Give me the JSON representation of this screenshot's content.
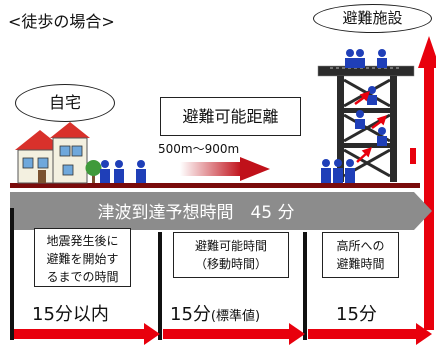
{
  "title": "<徒歩の場合>",
  "home_label": "自宅",
  "shelter_label": "避難施設",
  "evac_distance": {
    "label": "避難可能距離",
    "range": "500m～900m"
  },
  "tsunami_banner": "津波到達予想時間　45 分",
  "segments": [
    {
      "desc": [
        "地震発生後に",
        "避難を開始す",
        "るまでの時間"
      ],
      "time": "15分以内",
      "note": ""
    },
    {
      "desc": [
        "避難可能時間",
        "（移動時間）"
      ],
      "time": "15分",
      "note": "(標準値)"
    },
    {
      "desc": [
        "高所への",
        "避難時間"
      ],
      "time": "15分",
      "note": ""
    }
  ],
  "colors": {
    "arrow_red": "#e8000d",
    "ground_dark_red": "#7a0b0b",
    "banner_gray": "#8c8c8c",
    "person_blue": "#1f3fb8",
    "tower_dark": "#2b2b2b",
    "house_roof": "#d9312b",
    "house_wall": "#f3f0e0"
  },
  "icons": [
    "house-icon",
    "tree-icon",
    "person-icon",
    "evacuation-tower-icon"
  ]
}
